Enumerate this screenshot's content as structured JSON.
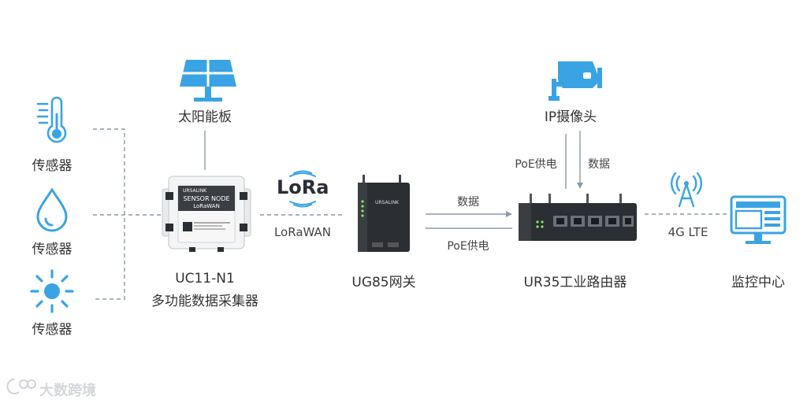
{
  "labels": {
    "sensor1": "传感器",
    "sensor2": "传感器",
    "sensor3": "传感器",
    "solar_panel": "太阳能板",
    "collector_model": "UC11-N1",
    "collector_name": "多功能数据采集器",
    "lora_logo": "LoRa",
    "lorawan": "LoRaWAN",
    "gateway": "UG85网关",
    "router": "UR35工业路由器",
    "ip_camera": "IP摄像头",
    "poe_supply_1": "PoE供电",
    "data_1": "数据",
    "data_2": "数据",
    "poe_supply_2": "PoE供电",
    "lte": "4G LTE",
    "monitoring_center": "监控中心",
    "watermark": "大数跨境"
  },
  "devices": {
    "collector_brand": "URSALINK",
    "collector_title": "SENSOR NODE",
    "collector_subtitle": "LoRaWAN",
    "gateway_brand": "URSALINK"
  },
  "colors": {
    "icon_blue": "#3aa3e3",
    "line_gray": "#8a9aab",
    "device_dark": "#2b2e33"
  }
}
